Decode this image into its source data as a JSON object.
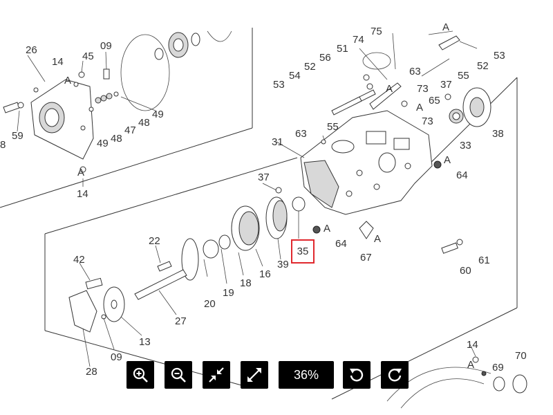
{
  "diagram": {
    "highlighted_part": "35",
    "part_numbers": [
      {
        "text": "26"
      },
      {
        "text": "14"
      },
      {
        "text": "45"
      },
      {
        "text": "09"
      },
      {
        "text": "59"
      },
      {
        "text": "8"
      },
      {
        "text": "49"
      },
      {
        "text": "48"
      },
      {
        "text": "47"
      },
      {
        "text": "48"
      },
      {
        "text": "49"
      },
      {
        "text": "14"
      },
      {
        "text": "74"
      },
      {
        "text": "75"
      },
      {
        "text": "51"
      },
      {
        "text": "56"
      },
      {
        "text": "52"
      },
      {
        "text": "54"
      },
      {
        "text": "53"
      },
      {
        "text": "55"
      },
      {
        "text": "53"
      },
      {
        "text": "52"
      },
      {
        "text": "55"
      },
      {
        "text": "63"
      },
      {
        "text": "73"
      },
      {
        "text": "37"
      },
      {
        "text": "65"
      },
      {
        "text": "73"
      },
      {
        "text": "38"
      },
      {
        "text": "33"
      },
      {
        "text": "63"
      },
      {
        "text": "31"
      },
      {
        "text": "64"
      },
      {
        "text": "37"
      },
      {
        "text": "64"
      },
      {
        "text": "67"
      },
      {
        "text": "61"
      },
      {
        "text": "60"
      },
      {
        "text": "39"
      },
      {
        "text": "16"
      },
      {
        "text": "18"
      },
      {
        "text": "19"
      },
      {
        "text": "20"
      },
      {
        "text": "22"
      },
      {
        "text": "42"
      },
      {
        "text": "27"
      },
      {
        "text": "13"
      },
      {
        "text": "09"
      },
      {
        "text": "28"
      },
      {
        "text": "14"
      },
      {
        "text": "70"
      },
      {
        "text": "69"
      }
    ],
    "letter_labels": [
      {
        "text": "A"
      },
      {
        "text": "A"
      },
      {
        "text": "A"
      },
      {
        "text": "A"
      },
      {
        "text": "A"
      },
      {
        "text": "A"
      },
      {
        "text": "A"
      },
      {
        "text": "A"
      },
      {
        "text": "A"
      }
    ]
  },
  "toolbar": {
    "zoom_level": "36%",
    "buttons": [
      {
        "icon": "zoom-in-icon"
      },
      {
        "icon": "zoom-out-icon"
      },
      {
        "icon": "shrink-icon"
      },
      {
        "icon": "expand-icon"
      },
      {
        "icon": "rotate-left-icon"
      },
      {
        "icon": "rotate-right-icon"
      }
    ]
  }
}
